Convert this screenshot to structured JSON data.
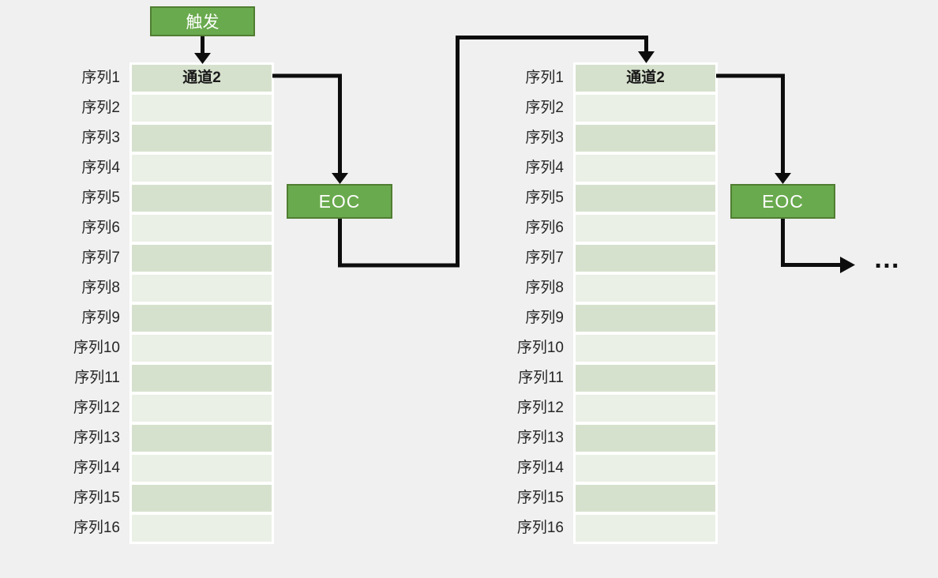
{
  "background": "#f0f0f0",
  "colors": {
    "box_fill": "#6aaa4e",
    "box_border": "#507e32",
    "box_text": "#ffffff",
    "row_dark": "#d6e1cd",
    "row_light": "#eaf0e5",
    "row_separator": "#ffffff",
    "connector": "#0d0d0d",
    "label_text": "#262626"
  },
  "trigger": {
    "label": "触发"
  },
  "tables": [
    {
      "channel": "通道2",
      "sequences": [
        "序列1",
        "序列2",
        "序列3",
        "序列4",
        "序列5",
        "序列6",
        "序列7",
        "序列8",
        "序列9",
        "序列10",
        "序列11",
        "序列12",
        "序列13",
        "序列14",
        "序列15",
        "序列16"
      ]
    },
    {
      "channel": "通道2",
      "sequences": [
        "序列1",
        "序列2",
        "序列3",
        "序列4",
        "序列5",
        "序列6",
        "序列7",
        "序列8",
        "序列9",
        "序列10",
        "序列11",
        "序列12",
        "序列13",
        "序列14",
        "序列15",
        "序列16"
      ]
    }
  ],
  "eoc": [
    {
      "label": "EOC"
    },
    {
      "label": "EOC"
    }
  ],
  "ellipsis": {
    "label": "…"
  }
}
